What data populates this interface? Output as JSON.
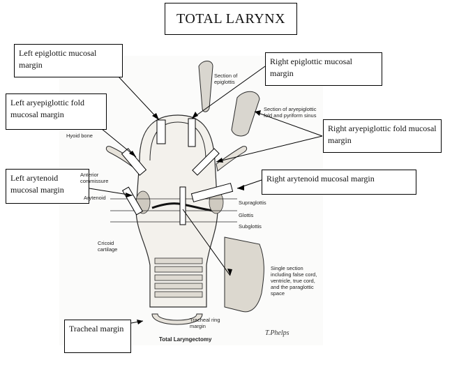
{
  "title": "TOTAL LARYNX",
  "callouts": {
    "left_epiglottic": "Left epiglottic mucosal margin",
    "right_epiglottic": "Right epiglottic mucosal margin",
    "left_aryepiglottic": "Left aryepiglottic fold mucosal margin",
    "right_aryepiglottic": "Right aryepiglottic fold mucosal margin",
    "left_arytenoid": "Left arytenoid mucosal margin",
    "right_arytenoid": "Right arytenoid mucosal margin",
    "tracheal": "Tracheal margin"
  },
  "figure_labels": {
    "section_epiglottis": "Section of epiglottis",
    "section_aryepiglottic": "Section of aryepiglottic fold and pyriform sinus",
    "hyoid_bone": "Hyoid bone",
    "anterior_commissure": "Anterior commissure",
    "arytenoid": "Arytenoid",
    "supraglottis": "Supraglottis",
    "glottis": "Glottis",
    "subglottis": "Subglottis",
    "cricoid_cartilage": "Cricoid cartilage",
    "single_section": "Single section including false cord, ventricle, true cord, and the paraglottic space",
    "tracheal_ring_margin": "Tracheal ring margin",
    "caption": "Total Laryngectomy",
    "signature": "T.Phelps"
  },
  "colors": {
    "line": "#000000",
    "ink": "#2a2a2a",
    "tissue": "#d9d6cf"
  }
}
